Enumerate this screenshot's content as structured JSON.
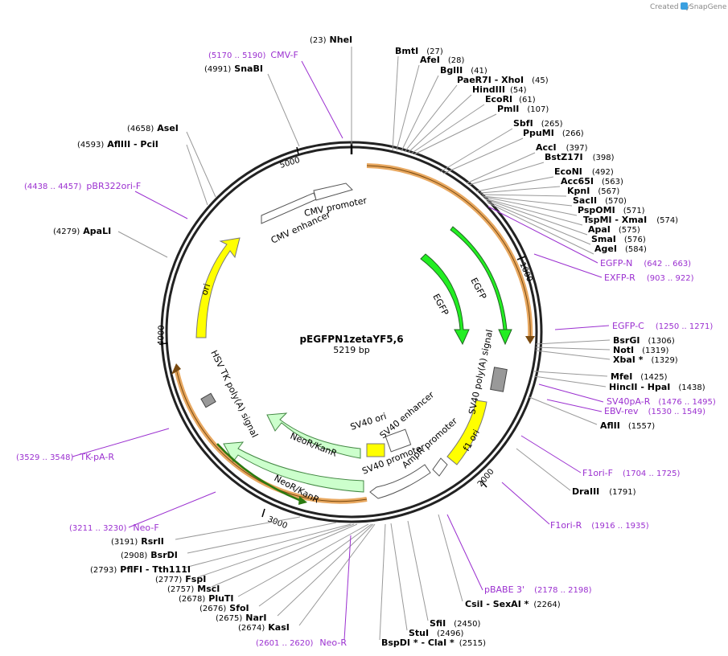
{
  "credit": {
    "prefix": "Created by",
    "brand": "SnapGene"
  },
  "plasmid": {
    "name": "pEGFPN1zetaYF5,6",
    "size_label": "5219 bp"
  },
  "ticks": [
    "1000",
    "2000",
    "3000",
    "4000",
    "5000"
  ],
  "features": [
    "CMV promoter",
    "CMV enhancer",
    "EGFP",
    "EGFP",
    "SV40 poly(A) signal",
    "f1 ori",
    "AmpR promoter",
    "SV40 promoter",
    "SV40 enhancer",
    "SV40 ori",
    "NeoR/KanR",
    "NeoR/KanR",
    "HSV TK poly(A) signal",
    "ori"
  ],
  "sites": [
    {
      "text": "NheI",
      "pos": "(23)"
    },
    {
      "text": "BmtI",
      "pos": "(27)"
    },
    {
      "text": "AfeI",
      "pos": "(28)"
    },
    {
      "text": "BglII",
      "pos": "(41)"
    },
    {
      "text": "PaeR7I  - XhoI",
      "pos": "(45)"
    },
    {
      "text": "HindIII",
      "pos": "(54)"
    },
    {
      "text": "EcoRI",
      "pos": "(61)"
    },
    {
      "text": "PmlI",
      "pos": "(107)"
    },
    {
      "text": "SbfI",
      "pos": "(265)"
    },
    {
      "text": "PpuMI",
      "pos": "(266)"
    },
    {
      "text": "AccI",
      "pos": "(397)"
    },
    {
      "text": "BstZ17I",
      "pos": "(398)"
    },
    {
      "text": "EcoNI",
      "pos": "(492)"
    },
    {
      "text": "Acc65I",
      "pos": "(563)"
    },
    {
      "text": "KpnI",
      "pos": "(567)"
    },
    {
      "text": "SacII",
      "pos": "(570)"
    },
    {
      "text": "PspOMI",
      "pos": "(571)"
    },
    {
      "text": "TspMI  - XmaI",
      "pos": "(574)"
    },
    {
      "text": "ApaI",
      "pos": "(575)"
    },
    {
      "text": "SmaI",
      "pos": "(576)"
    },
    {
      "text": "AgeI",
      "pos": "(584)"
    },
    {
      "text": "BsrGI",
      "pos": "(1306)"
    },
    {
      "text": "NotI",
      "pos": "(1319)"
    },
    {
      "text": "XbaI *",
      "pos": "(1329)"
    },
    {
      "text": "MfeI",
      "pos": "(1425)"
    },
    {
      "text": "HincII  - HpaI",
      "pos": "(1438)"
    },
    {
      "text": "AflII",
      "pos": "(1557)"
    },
    {
      "text": "DraIII",
      "pos": "(1791)"
    },
    {
      "text": "CsiI  - SexAI *",
      "pos": "(2264)"
    },
    {
      "text": "SfiI",
      "pos": "(2450)"
    },
    {
      "text": "StuI",
      "pos": "(2496)"
    },
    {
      "text": "BspDI *  - ClaI *",
      "pos": "(2515)"
    },
    {
      "text": "KasI",
      "pos": "(2674)"
    },
    {
      "text": "NarI",
      "pos": "(2675)"
    },
    {
      "text": "SfoI",
      "pos": "(2676)"
    },
    {
      "text": "PluTI",
      "pos": "(2678)"
    },
    {
      "text": "MscI",
      "pos": "(2757)"
    },
    {
      "text": "FspI",
      "pos": "(2777)"
    },
    {
      "text": "PflFI  - Tth111I",
      "pos": "(2793)"
    },
    {
      "text": "BsrDI",
      "pos": "(2908)"
    },
    {
      "text": "RsrII",
      "pos": "(3191)"
    },
    {
      "text": "ApaLI",
      "pos": "(4279)"
    },
    {
      "text": "AflIII  - PciI",
      "pos": "(4593)"
    },
    {
      "text": "AseI",
      "pos": "(4658)"
    },
    {
      "text": "SnaBI",
      "pos": "(4991)"
    }
  ],
  "primers": [
    {
      "text": "CMV-F",
      "pos": "(5170 .. 5190)"
    },
    {
      "text": "pBR322ori-F",
      "pos": "(4438 .. 4457)"
    },
    {
      "text": "EGFP-N",
      "pos": "(642 .. 663)"
    },
    {
      "text": "EXFP-R",
      "pos": "(903 .. 922)"
    },
    {
      "text": "EGFP-C",
      "pos": "(1250 .. 1271)"
    },
    {
      "text": "SV40pA-R",
      "pos": "(1476 .. 1495)"
    },
    {
      "text": "EBV-rev",
      "pos": "(1530 .. 1549)"
    },
    {
      "text": "F1ori-F",
      "pos": "(1704 .. 1725)"
    },
    {
      "text": "F1ori-R",
      "pos": "(1916 .. 1935)"
    },
    {
      "text": "pBABE 3'",
      "pos": "(2178 .. 2198)"
    },
    {
      "text": "Neo-R",
      "pos": "(2601 .. 2620)"
    },
    {
      "text": "Neo-F",
      "pos": "(3211 .. 3230)"
    },
    {
      "text": "TK-pA-R",
      "pos": "(3529 .. 3548)"
    }
  ],
  "colors": {
    "primer": "#9b30d0",
    "egfp": "#22ee22",
    "ori": "#ffff00",
    "neo": "#ccffcc",
    "promoter": "#ffffff",
    "orf_band": "#e8a860",
    "polyA": "#999999"
  }
}
